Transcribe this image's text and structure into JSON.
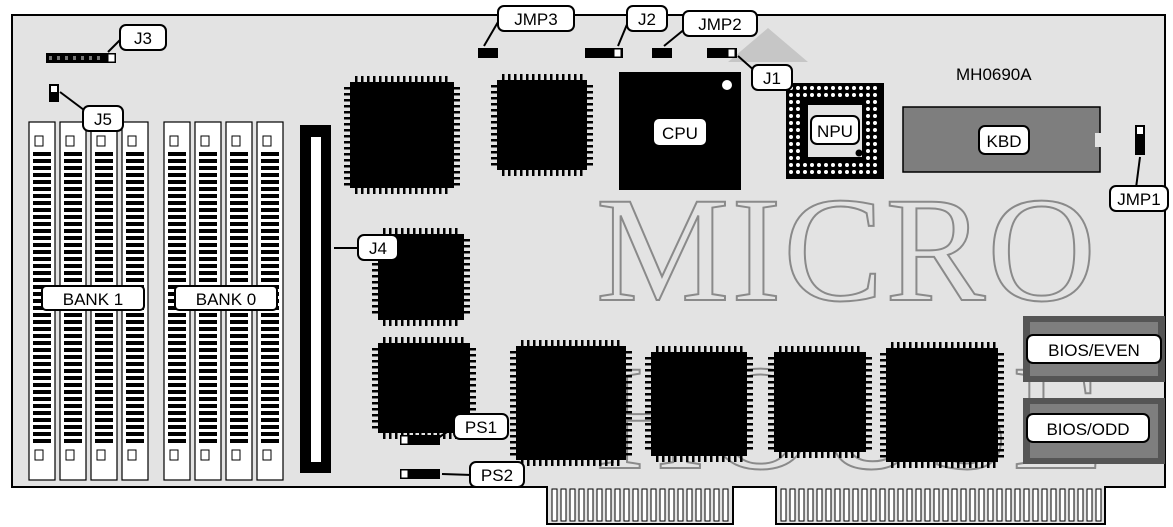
{
  "model": "MH0690A",
  "watermark": {
    "line1": "MICRO",
    "line2": "HOUSE"
  },
  "chips": {
    "cpu": "CPU",
    "npu": "NPU",
    "kbd": "KBD",
    "bios_even": "BIOS/EVEN",
    "bios_odd": "BIOS/ODD"
  },
  "banks": {
    "bank1": "BANK 1",
    "bank0": "BANK 0"
  },
  "connectors": {
    "j1": "J1",
    "j2": "J2",
    "j3": "J3",
    "j4": "J4",
    "j5": "J5",
    "jmp1": "JMP1",
    "jmp2": "JMP2",
    "jmp3": "JMP3",
    "ps1": "PS1",
    "ps2": "PS2"
  },
  "colors": {
    "board": "#e3e3e3",
    "chip": "#000000",
    "outline": "#000000",
    "watermark": "#8a8a8a"
  }
}
